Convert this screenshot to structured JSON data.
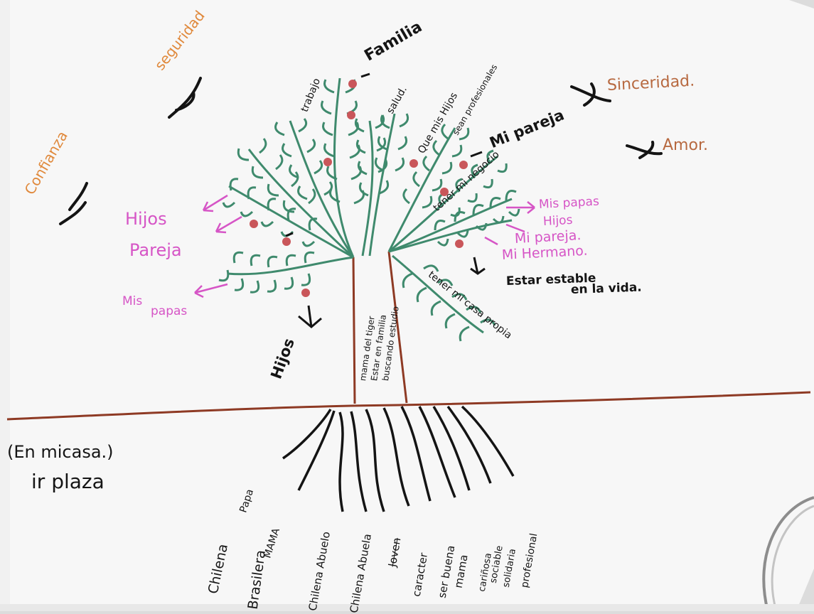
{
  "colors": {
    "leaf": "#3f8a6d",
    "trunk": "#8e3a24",
    "ground": "#8e3a24",
    "pink": "#d655c6",
    "orange": "#e0893c",
    "brown": "#b76940",
    "fruit": "#c9565a",
    "ink": "#151515"
  },
  "values": {
    "seguridad": "seguridad",
    "confianza": "Confianza",
    "sinceridad": "Sinceridad.",
    "amor": "Amor."
  },
  "branches": {
    "familia": "Familia",
    "mi_pareja": "Mi pareja",
    "hijos_left": "Hijos",
    "trabajo": "trabajo",
    "salud": "salud.",
    "que_mis_hijos": "Que mis Hijos",
    "sean_profesionales": "sean profesionales",
    "tener_mi_negocio": "tener mi negocio",
    "tener_mi_casa_propia": "tener mi casa propia",
    "estar_estable_1": "Estar estable",
    "estar_estable_2": "en la vida."
  },
  "pink_left": {
    "hijos": "Hijos",
    "pareja": "Pareja",
    "mis": "Mis",
    "papas": "papas"
  },
  "pink_right": {
    "mis_papas": "Mis papas",
    "hijos": "Hijos",
    "mi_pareja": "Mi pareja.",
    "mi_hermano": "Mi Hermano."
  },
  "trunk": {
    "line1": "mama del tiger",
    "line2": "Estar en familia",
    "line3": "buscando estudio"
  },
  "home": {
    "line1": "(En micasa.)",
    "line2": "ir plaza"
  },
  "roots": [
    "Chilena",
    "Papa",
    "Brasilera",
    "MAMA",
    "Chilena Abuelo",
    "Chilena Abuela",
    "Joven",
    "caracter",
    "ser buena",
    "mama",
    "cariñosa",
    "sociable",
    "solidaria",
    "profesional"
  ]
}
